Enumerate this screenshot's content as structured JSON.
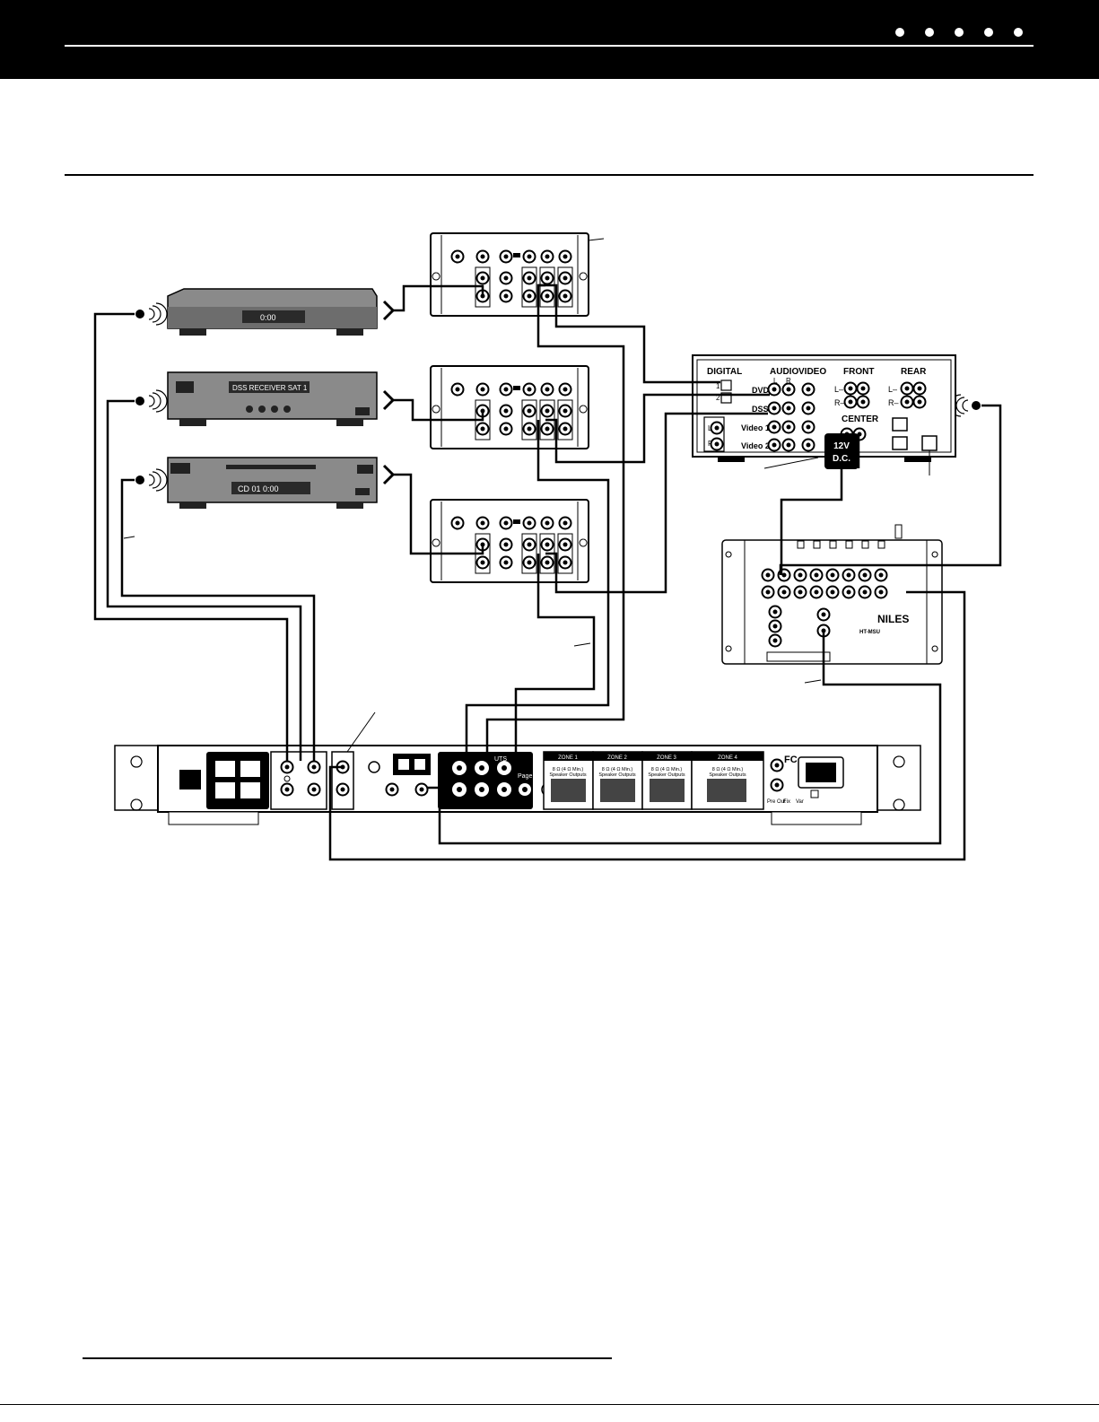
{
  "header": {
    "dots": 5
  },
  "tv_receiver": {
    "labels": {
      "digital": "DIGITAL",
      "audio": "AUDIO",
      "video": "VIDEO",
      "front": "FRONT",
      "rear": "REAR",
      "center": "CENTER",
      "l": "L",
      "r": "R",
      "l_dash": "L–",
      "r_dash": "R–",
      "one": "1",
      "two": "2",
      "plus": "+",
      "minus": "–"
    },
    "inputs": [
      "DVD",
      "DSS",
      "Video 1",
      "Video 2"
    ]
  },
  "power_supply": {
    "line1": "12V",
    "line2": "D.C."
  },
  "dss_receiver": {
    "display": "DSS RECEIVER  SAT 1"
  },
  "dvd_player": {
    "display": "0:00"
  },
  "cd_player": {
    "display": "CD  01     0:00"
  },
  "ht_unit": {
    "brand": "NILES",
    "model": "HT-MSU"
  },
  "amplifier": {
    "zones": [
      "ZONE 1",
      "ZONE 2",
      "ZONE 3",
      "ZONE 4"
    ],
    "zone_caption": "8 Ω (4 Ω Min.)",
    "zone_caption2": "Speaker Outputs",
    "page": "Page",
    "pre_out": "Pre Out",
    "fix": "Fix",
    "var": "Var",
    "ut5": "UTS",
    "fcc": "FC"
  }
}
